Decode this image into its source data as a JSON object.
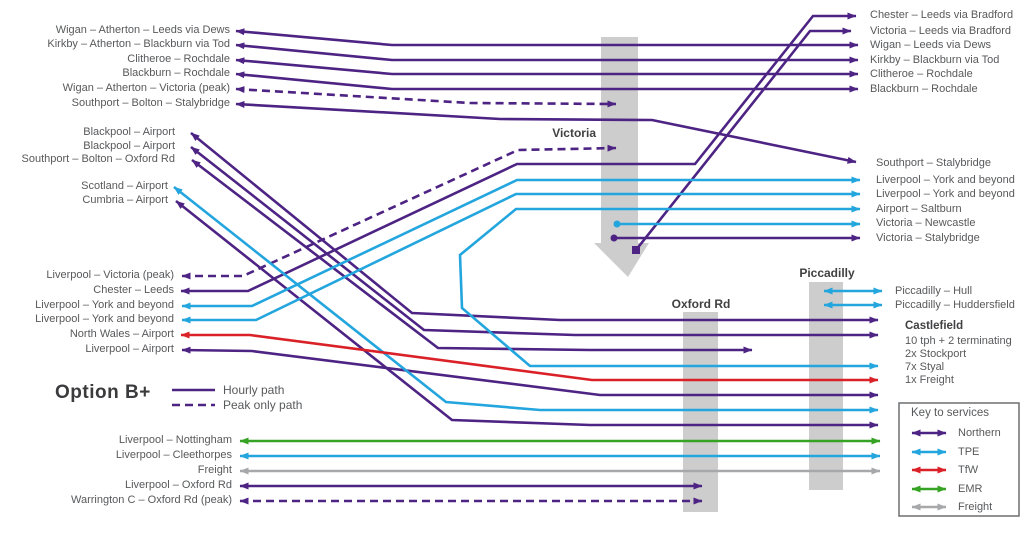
{
  "title": "Option B+",
  "colors": {
    "purple": "#4d2383",
    "cyan": "#23a5de",
    "red": "#da2128",
    "green": "#37a324",
    "gray": "#a7a8aa",
    "bar": "#cdcdcd",
    "text": "#58595b",
    "dark": "#414042"
  },
  "legend": {
    "hourly": "Hourly path",
    "peak": "Peak only path"
  },
  "stations": {
    "victoria": "Victoria",
    "oxford_rd": "Oxford Rd",
    "piccadilly": "Piccadilly"
  },
  "left_labels": [
    "Wigan – Atherton – Leeds via Dews",
    "Kirkby – Atherton – Blackburn via Tod",
    "Clitheroe – Rochdale",
    "Blackburn – Rochdale",
    "Wigan – Atherton – Victoria (peak)",
    "Southport – Bolton – Stalybridge",
    "Blackpool – Airport",
    "Blackpool – Airport",
    "Southport – Bolton – Oxford Rd",
    "Scotland – Airport",
    "Cumbria – Airport",
    "Liverpool – Victoria (peak)",
    "Chester – Leeds",
    "Liverpool – York and beyond",
    "Liverpool – York and beyond",
    "North Wales – Airport",
    "Liverpool – Airport",
    "Liverpool – Nottingham",
    "Liverpool – Cleethorpes",
    "Freight",
    "Liverpool – Oxford Rd",
    "Warrington C – Oxford Rd (peak)"
  ],
  "right_labels": [
    "Chester – Leeds via Bradford",
    "Victoria – Leeds via Bradford",
    "Wigan – Leeds via Dews",
    "Kirkby – Blackburn via Tod",
    "Clitheroe – Rochdale",
    "Blackburn – Rochdale",
    "Southport – Stalybridge",
    "Liverpool – York and beyond",
    "Liverpool – York and beyond",
    "Airport – Saltburn",
    "Victoria – Newcastle",
    "Victoria – Stalybridge",
    "Piccadilly – Hull",
    "Piccadilly – Huddersfield"
  ],
  "castlefield": {
    "title": "Castlefield",
    "lines": [
      "10 tph + 2 terminating",
      "2x Stockport",
      "7x Styal",
      "1x Freight"
    ]
  },
  "key": {
    "title": "Key to services",
    "entries": [
      {
        "label": "Northern",
        "color": "#4d2383"
      },
      {
        "label": "TPE",
        "color": "#23a5de"
      },
      {
        "label": "TfW",
        "color": "#da2128"
      },
      {
        "label": "EMR",
        "color": "#37a324"
      },
      {
        "label": "Freight",
        "color": "#a7a8aa"
      }
    ]
  }
}
